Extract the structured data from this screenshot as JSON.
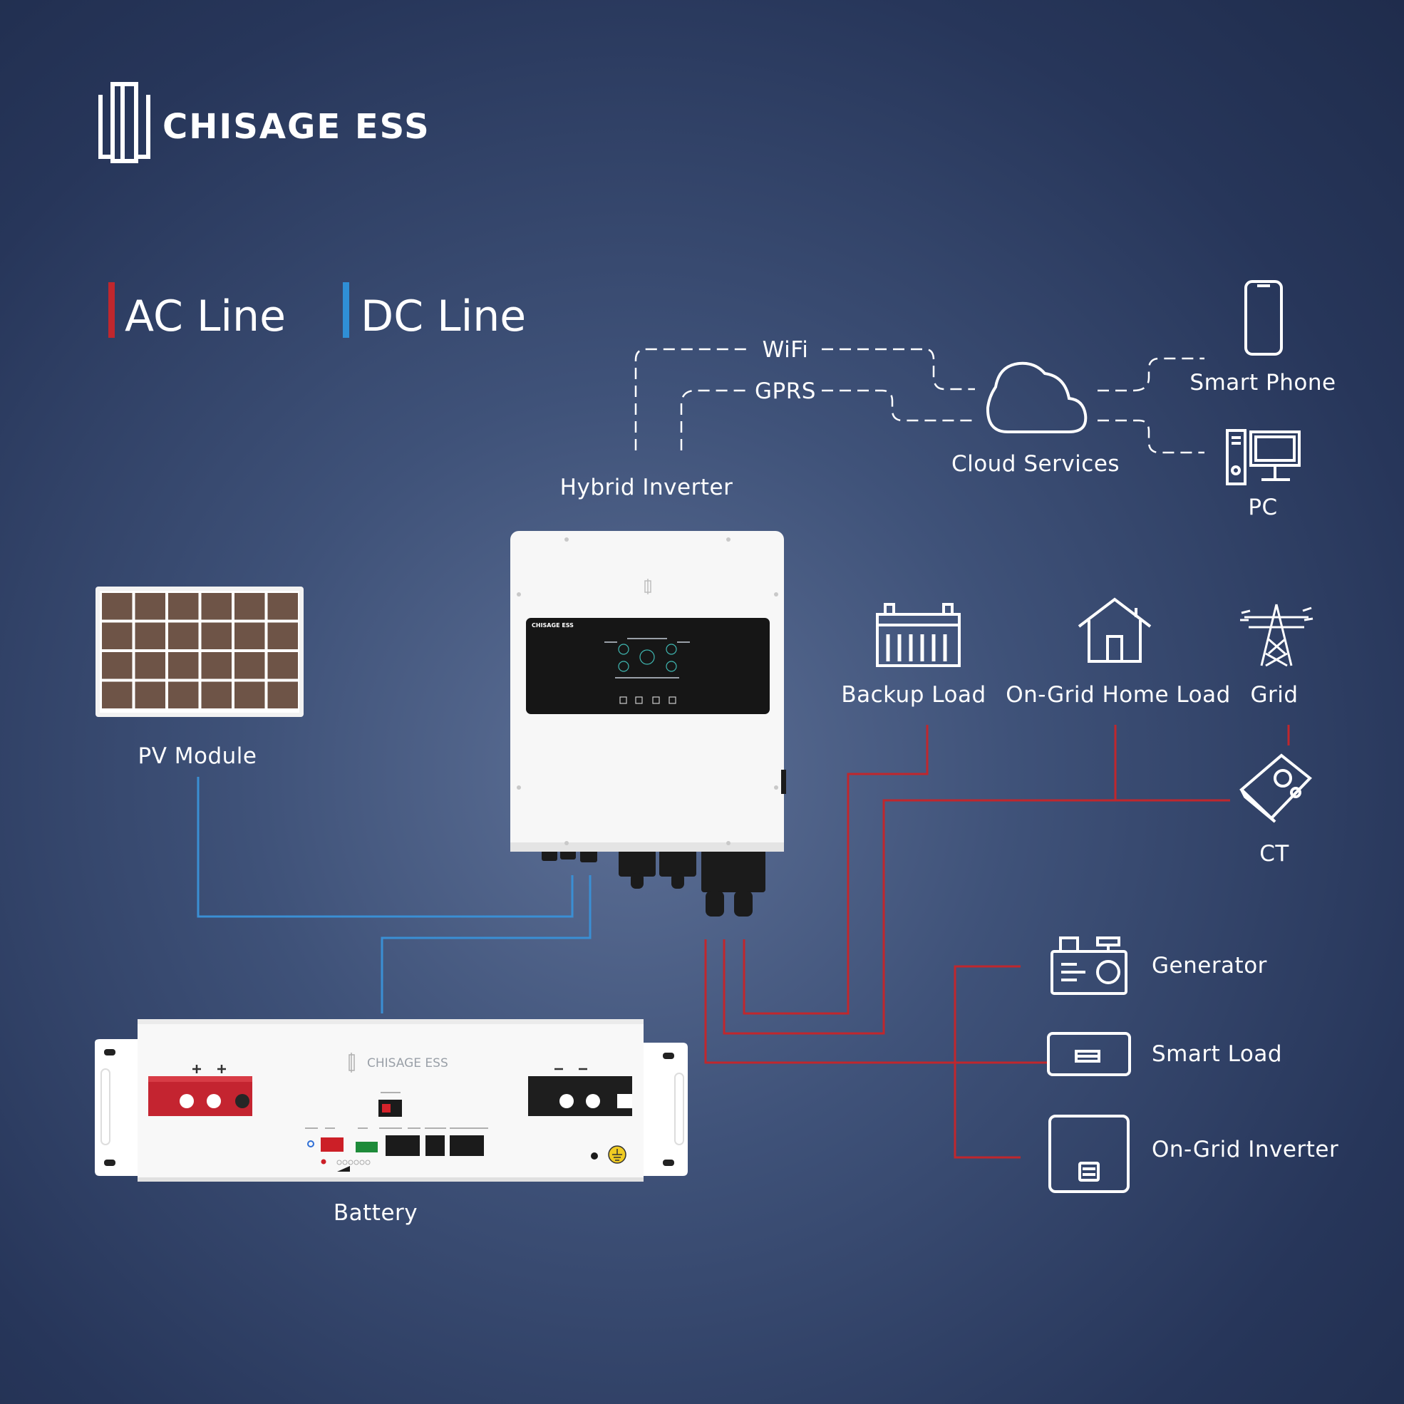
{
  "brand": {
    "name": "CHISAGE ESS"
  },
  "legend": {
    "ac": {
      "label": "AC Line",
      "color": "#c0272d"
    },
    "dc": {
      "label": "DC Line",
      "color": "#2f8fd6"
    }
  },
  "links": {
    "wifi": "WiFi",
    "gprs": "GPRS"
  },
  "nodes": {
    "hybrid_inverter": "Hybrid Inverter",
    "cloud_services": "Cloud Services",
    "smart_phone": "Smart Phone",
    "pc": "PC",
    "pv_module": "PV Module",
    "backup_load": "Backup Load",
    "on_grid_home_load": "On-Grid Home Load",
    "grid": "Grid",
    "ct": "CT",
    "generator": "Generator",
    "smart_load": "Smart Load",
    "on_grid_inverter": "On-Grid Inverter",
    "battery": "Battery"
  },
  "inverter_panel": {
    "brand": "CHISAGE ESS"
  },
  "battery_panel": {
    "brand": "CHISAGE ESS"
  }
}
